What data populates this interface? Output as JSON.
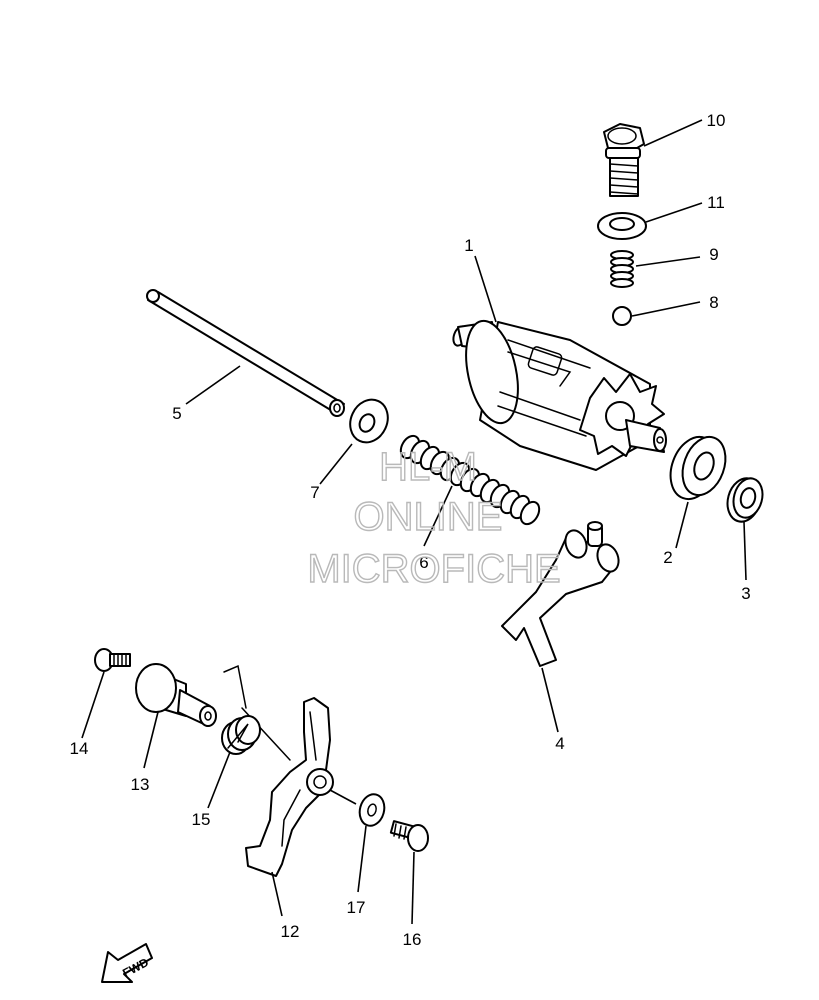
{
  "callouts": {
    "c1": "1",
    "c2": "2",
    "c3": "3",
    "c4": "4",
    "c5": "5",
    "c6": "6",
    "c7": "7",
    "c8": "8",
    "c9": "9",
    "c10": "10",
    "c11": "11",
    "c12": "12",
    "c13": "13",
    "c14": "14",
    "c15": "15",
    "c16": "16",
    "c17": "17"
  },
  "watermark": {
    "line1": "HL-M",
    "line2": "ONLINE",
    "line3": "MICROFICHE"
  },
  "direction_marker": {
    "label": "FWD"
  }
}
